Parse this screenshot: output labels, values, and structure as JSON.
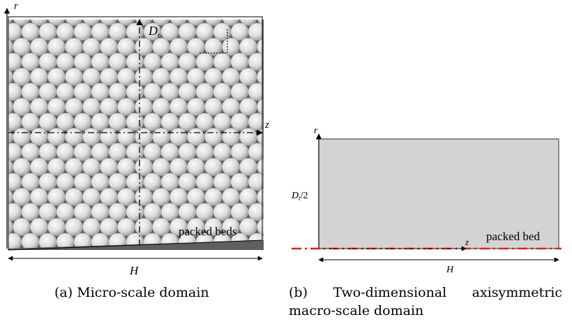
{
  "panel_a": {
    "axis_r": "r",
    "axis_z": "z",
    "diameter_label": "D",
    "diameter_sub": "t",
    "length_label": "H",
    "bed_label": "packed beds",
    "caption": "(a) Micro-scale domain"
  },
  "panel_b": {
    "axis_r": "r",
    "axis_z": "z",
    "radius_label_main": "D",
    "radius_label_sub": "t",
    "radius_label_tail": "/2",
    "length_label": "H",
    "bed_label": "packed bed",
    "caption_parts": [
      "(b)",
      "Two-dimensional",
      "axisymmetric"
    ],
    "caption_line2": "macro-scale domain"
  },
  "colors": {
    "sphere_light": "#f2f2f2",
    "sphere_dark": "#9a9a9a",
    "domain_fill": "#d3d3d3",
    "symmetry_line": "#e02020",
    "axis": "#000000"
  }
}
